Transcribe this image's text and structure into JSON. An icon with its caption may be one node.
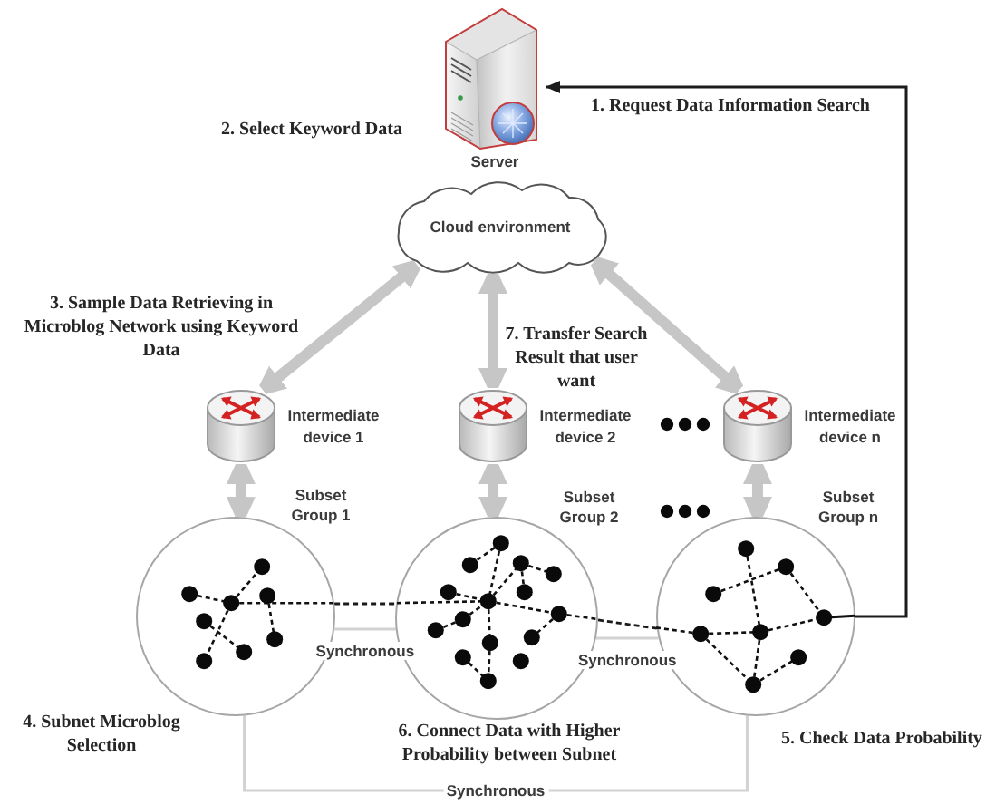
{
  "diagram": {
    "nodes": [
      {
        "text": [
          "Server"
        ]
      },
      {
        "text": [
          "Cloud environment"
        ]
      },
      {
        "text": [
          "Intermediate device 1"
        ]
      },
      {
        "text": [
          "Intermediate device 2"
        ]
      },
      {
        "text": [
          "Intermediate device n"
        ]
      },
      {
        "text": [],
        "shape": "circle",
        "beside": [
          "Subset Group 1"
        ]
      },
      {
        "text": [],
        "shape": "circle",
        "beside": [
          "Subset Group 2"
        ]
      },
      {
        "text": [],
        "shape": "circle",
        "beside": [
          "Subset Group n"
        ]
      }
    ],
    "edges": [
      {
        "from": 7,
        "to": 0,
        "arrow": "to",
        "color": "#1b1b1b"
      },
      {
        "from": 1,
        "to": 2,
        "arrow": "both",
        "style": "thick",
        "color": "#c6c6c6"
      },
      {
        "from": 1,
        "to": 3,
        "arrow": "both",
        "style": "thick",
        "color": "#c6c6c6"
      },
      {
        "from": 1,
        "to": 4,
        "arrow": "both",
        "style": "thick",
        "color": "#c6c6c6"
      },
      {
        "from": 2,
        "to": 5,
        "arrow": "both",
        "style": "thick",
        "color": "#c6c6c6"
      },
      {
        "from": 3,
        "to": 6,
        "arrow": "both",
        "style": "thick",
        "color": "#c6c6c6"
      },
      {
        "from": 4,
        "to": 7,
        "arrow": "both",
        "style": "thick",
        "color": "#c6c6c6"
      },
      {
        "from": 5,
        "to": 6,
        "arrow": "none",
        "style": "dashed",
        "color": "#1b1b1b"
      },
      {
        "from": 6,
        "to": 7,
        "arrow": "none",
        "style": "dashed",
        "color": "#1b1b1b"
      },
      {
        "from": 5,
        "to": 6,
        "arrow": "none",
        "label": "Synchronous",
        "color": "#d2d2d2"
      },
      {
        "from": 6,
        "to": 7,
        "arrow": "none",
        "label": "Synchronous",
        "color": "#d2d2d2"
      },
      {
        "from": 5,
        "to": 7,
        "arrow": "none",
        "label": "Synchronous",
        "color": "#d2d2d2"
      }
    ],
    "labels": [
      "1. Request Data Information Search",
      "2. Select Keyword Data",
      "3. Sample Data Retrieving in Microblog Network using Keyword Data",
      "7. Transfer Search Result that user want",
      "4. Subnet Microblog Selection",
      "6. Connect Data with Higher Probability between Subnet",
      "5. Check Data Probability"
    ]
  }
}
